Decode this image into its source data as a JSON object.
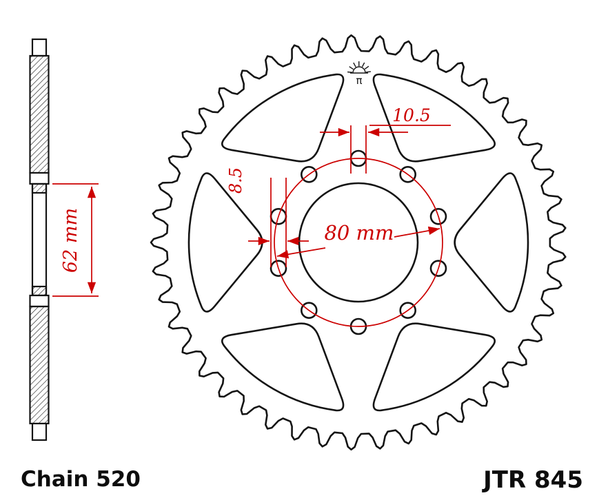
{
  "labels": {
    "chain": "Chain 520",
    "model": "JTR 845"
  },
  "dimensions": {
    "plate_width": "62 mm",
    "top_hole": "10.5",
    "side_hole": "8.5",
    "bolt_circle": "80 mm"
  },
  "colors": {
    "dimension_red": "#cc0000",
    "line_black": "#141414",
    "background": "#ffffff"
  },
  "gear": {
    "teeth": 45,
    "bolt_holes": 10,
    "cutouts": 6
  },
  "icons": {
    "logo": "sun-logo-icon",
    "logo_glyph": "π"
  }
}
